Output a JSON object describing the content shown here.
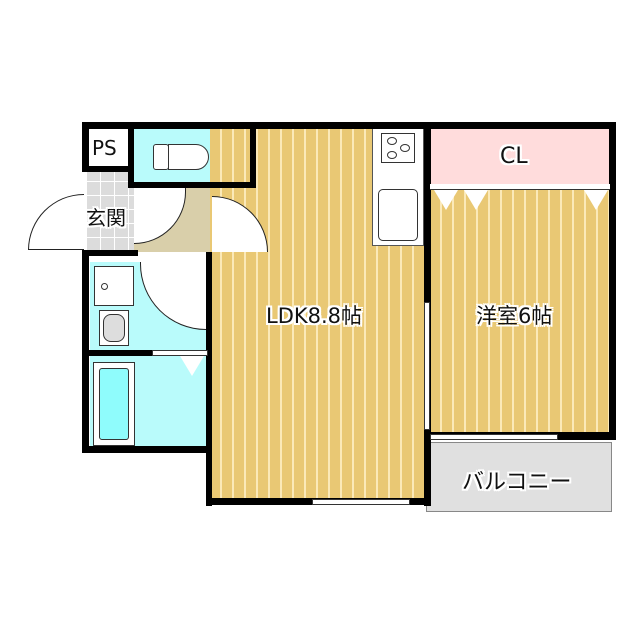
{
  "floorplan": {
    "rooms": {
      "ps": {
        "label": "PS"
      },
      "entrance": {
        "label": "玄関"
      },
      "ldk": {
        "label": "LDK8.8帖"
      },
      "western_room": {
        "label": "洋室6帖"
      },
      "closet": {
        "label": "CL"
      },
      "balcony": {
        "label": "バルコニー"
      }
    },
    "colors": {
      "wood_floor": "#e9c874",
      "wet_area": "#b9fbfb",
      "closet": "#ffdcdc",
      "balcony": "#e0e0e0",
      "entrance_tile": "#dcdcdc",
      "hall": "#d9cfaa",
      "wall": "#000000"
    }
  }
}
